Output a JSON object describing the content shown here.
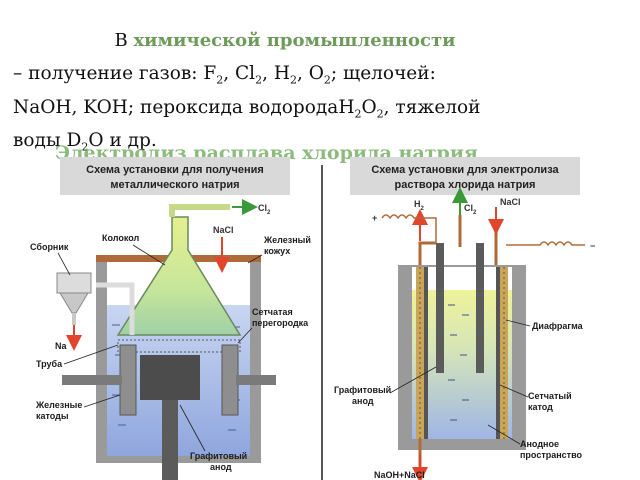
{
  "heading": {
    "prefix": "В ",
    "highlight": "химической промышленности"
  },
  "text": {
    "l1a": "– получение газов: F",
    "l1b": ", Cl",
    "l1c": ", H",
    "l1d": ", O",
    "l1e": "; щелочей:",
    "sub2": "2",
    "l2a": "NaOH, KOH; пероксида водорода",
    "l2b": "H",
    "l2c": "O",
    "l2d": ", тяжелой",
    "l3a": "воды D",
    "l3b": "O и др."
  },
  "subtitle": "Электролиз расплава хлорида натрия",
  "left_diagram": {
    "title_1": "Схема установки для получения",
    "title_2": "металлического натрия",
    "labels": {
      "cl2": "Cl",
      "cl2_sub": "2",
      "nacl": "NaCl",
      "kolokol": "Колокол",
      "sbornik": "Сборник",
      "zhelezny_1": "Железный",
      "zhelezny_2": "кожух",
      "setchataya_1": "Сетчатая",
      "setchataya_2": "перегородка",
      "na": "Na",
      "truba": "Труба",
      "katody_1": "Железные",
      "katody_2": "катоды",
      "anod_1": "Графитовый",
      "anod_2": "анод"
    }
  },
  "right_diagram": {
    "title_1": "Схема установки для электролиза",
    "title_2": "раствора хлорида натрия",
    "labels": {
      "h2": "H",
      "h2_sub": "2",
      "cl2": "Cl",
      "cl2_sub": "2",
      "nacl": "NaCl",
      "plus": "+",
      "minus": "−",
      "diafragma": "Диафрагма",
      "grafit_1": "Графитовый",
      "grafit_2": "анод",
      "setchaty_1": "Сетчатый",
      "setchaty_2": "катод",
      "anodnoe_1": "Анодное",
      "anodnoe_2": "пространство",
      "naoh": "NaOH+NaCl"
    }
  },
  "colors": {
    "highlight": "#6e9a5a",
    "subtitle": "#8dbb7e",
    "electrolyte_blue": "#a9bde8",
    "electrolyte_yellow": "#e6ef8f",
    "steel": "#9a9a9a",
    "graphite": "#5b5b5b",
    "arrow_red": "#e1452b",
    "arrow_green": "#3a9a3a"
  }
}
